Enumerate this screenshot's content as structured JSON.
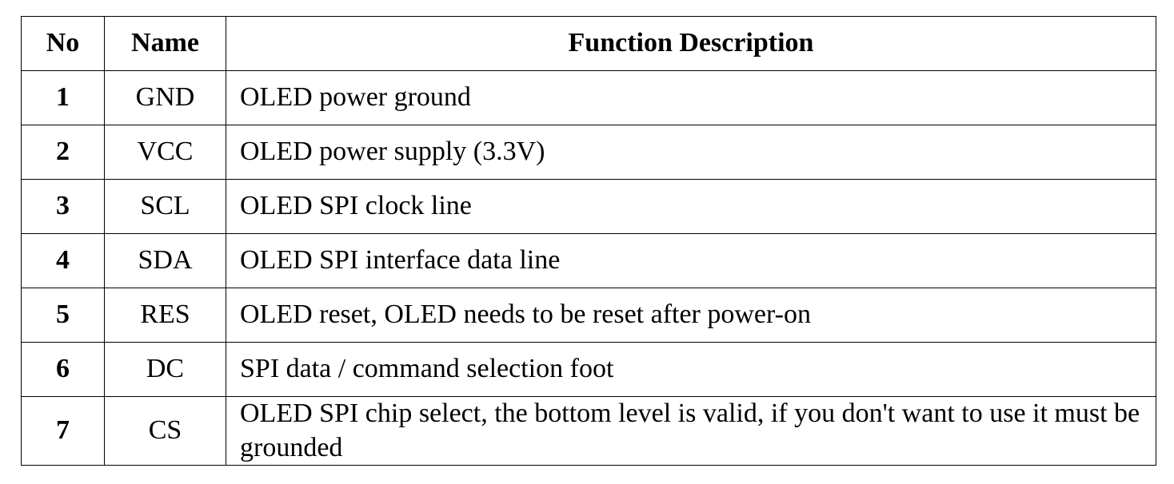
{
  "table": {
    "headers": {
      "no": "No",
      "name": "Name",
      "description": "Function Description"
    },
    "rows": [
      {
        "no": "1",
        "name": "GND",
        "description": "OLED power ground"
      },
      {
        "no": "2",
        "name": "VCC",
        "description": "OLED power supply (3.3V)"
      },
      {
        "no": "3",
        "name": "SCL",
        "description": "OLED SPI clock line"
      },
      {
        "no": "4",
        "name": "SDA",
        "description": "OLED SPI interface data line"
      },
      {
        "no": "5",
        "name": "RES",
        "description": "OLED reset, OLED needs to be reset after power-on"
      },
      {
        "no": "6",
        "name": "DC",
        "description": "SPI data / command selection foot"
      },
      {
        "no": "7",
        "name": "CS",
        "description": "OLED SPI chip select, the bottom level is valid, if you don't want to use it must be grounded"
      }
    ]
  }
}
